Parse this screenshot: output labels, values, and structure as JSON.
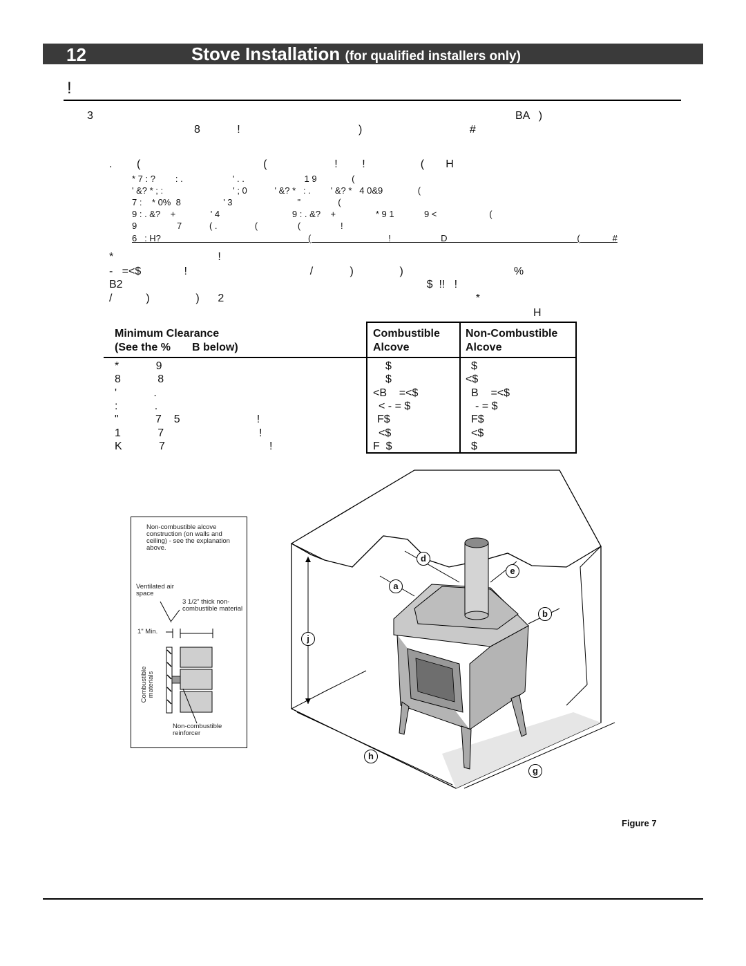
{
  "header": {
    "page_number": "12",
    "title_main": "Stove Installation",
    "title_sub": "(for qualified installers only)"
  },
  "section_heading": "!",
  "intro_lines": [
    {
      "a": "3",
      "b": "BA   )"
    },
    {
      "a": "8            !",
      "b": ")                                   #"
    }
  ],
  "list_lead": ".        (                                        (                      !        !                  (       H",
  "list_items": [
    "* 7 : ?        : .                    ' . .                        1 9              (",
    "' &? * ; :                            ' ; 0           ' &? *   : .        ' &? *   4 0&9              (",
    "7 :    * 0%  8                 ' 3                          \"               (",
    "9 : . &?    +              ' 4                             9 : . &?    +                * 9 1            9 <                     (",
    "9                7           ( .               (                (                !"
  ],
  "note_line": "6   : H?                                                           (                               !                    D                                                    (             #",
  "para2_lines": [
    "*                                  !",
    "-   =<$              !                                        /            )               )                                    %",
    "B2                                                                                                   $  !!   !",
    "/           )               )      2                                                                                  *",
    "H"
  ],
  "table": {
    "headers": {
      "col1_line1": "Minimum Clearance",
      "col1_line2": "(See the %       B below)",
      "col2_line1": "Combustible",
      "col2_line2": "Alcove",
      "col3_line1": "Non-Combustible",
      "col3_line2": "Alcove"
    },
    "rows": [
      {
        "label": "*            9",
        "comb": "$",
        "noncomb": "$"
      },
      {
        "label": "8            8",
        "comb": "$",
        "noncomb": "<$"
      },
      {
        "label": "'            .",
        "comb": "<B    =<$",
        "noncomb": "B    =<$"
      },
      {
        "label": ":            .",
        "comb": "< - = $",
        "noncomb": "- = $"
      },
      {
        "label": "\"            7    5                         !",
        "comb": "F$",
        "noncomb": "F$"
      },
      {
        "label": "1            7                               !",
        "comb": "<$",
        "noncomb": "<$"
      },
      {
        "label": "K            7                                  !",
        "comb": "F  $",
        "noncomb": "$"
      }
    ]
  },
  "inset": {
    "top_note": "Non-combustible alcove construction (on walls and ceiling) - see the explanation above.",
    "ventilated": "Ventilated air space",
    "thick": "3 1/2\" thick non-combustible material",
    "min": "1\" Min.",
    "combustible": "Combustible materials",
    "reinforcer": "Non-combustible reinforcer"
  },
  "callouts": {
    "a": "a",
    "b": "b",
    "d": "d",
    "e": "e",
    "g": "g",
    "h": "h",
    "j": "j"
  },
  "figure_label": "Figure 7"
}
